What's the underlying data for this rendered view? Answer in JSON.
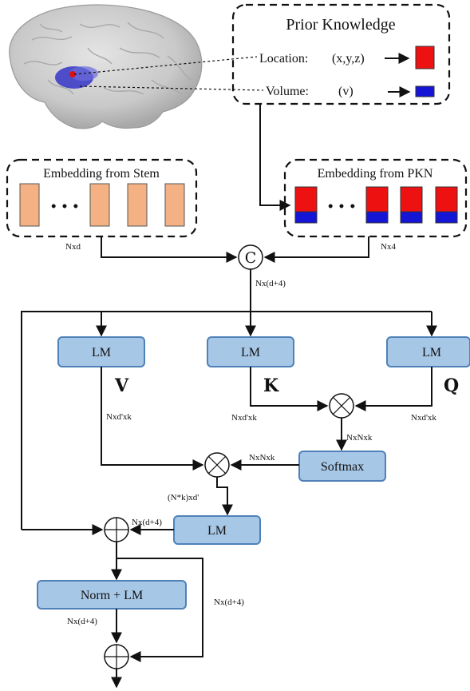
{
  "prior_knowledge": {
    "title": "Prior Knowledge",
    "location_label": "Location:",
    "location_value": "(x,y,z)",
    "volume_label": "Volume:",
    "volume_value": "(v)"
  },
  "stem": {
    "title": "Embedding from Stem",
    "ellipsis": "• • •",
    "dim": "Nxd"
  },
  "pkn": {
    "title": "Embedding from PKN",
    "ellipsis": "• • •",
    "dim": "Nx4"
  },
  "concat": {
    "symbol": "C",
    "dim": "Nx(d+4)"
  },
  "attention": {
    "lm_label": "LM",
    "v_letter": "V",
    "k_letter": "K",
    "q_letter": "Q",
    "v_dim": "Nxd'xk",
    "k_dim": "Nxd'xk",
    "q_dim": "Nxd'xk",
    "score_dim": "NxNxk",
    "softmax_label": "Softmax",
    "softmax_out_dim": "NxNxk",
    "weighted_dim": "(N*k)xd'"
  },
  "output": {
    "lm_label": "LM",
    "lm_out_dim": "Nx(d+4)",
    "norm_lm_label": "Norm + LM",
    "norm_out_dim": "Nx(d+4)",
    "skip_dim": "Nx(d+4)"
  },
  "colors": {
    "location": "#ee1111",
    "volume": "#1515d6",
    "stem_token": "#f4b183",
    "lm_fill": "#a7c7e6",
    "lm_border": "#4f81b8"
  }
}
